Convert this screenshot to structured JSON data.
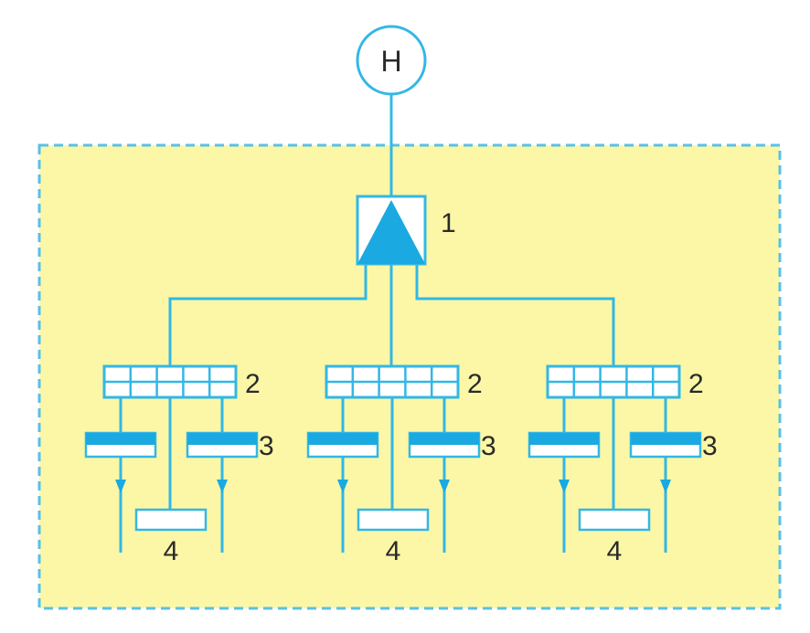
{
  "colors": {
    "line": "#33b7e6",
    "fill_blue": "#1aa9e0",
    "zone_fill": "#fbf7a6",
    "zone_border": "#5ac0e6",
    "bg": "#ffffff",
    "text": "#2a2a2a"
  },
  "source": {
    "label": "H"
  },
  "main_unit": {
    "label": "1"
  },
  "groups": [
    {
      "manifold_label": "2",
      "valve_label": "3",
      "consumer_label": "4"
    },
    {
      "manifold_label": "2",
      "valve_label": "3",
      "consumer_label": "4"
    },
    {
      "manifold_label": "2",
      "valve_label": "3",
      "consumer_label": "4"
    }
  ]
}
